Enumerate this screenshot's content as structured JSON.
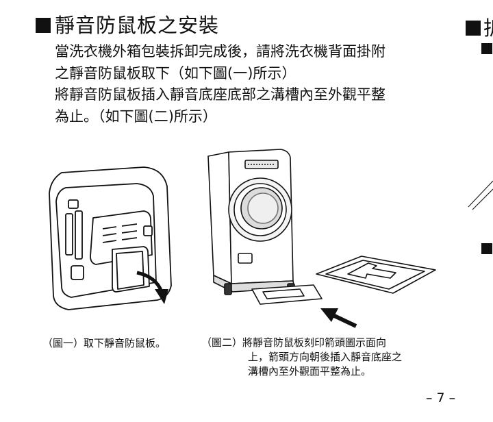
{
  "section": {
    "title": "靜音防鼠板之安裝",
    "paragraph_lines": [
      "當洗衣機外箱包裝拆卸完成後，請將洗衣機背面掛附",
      "之靜音防鼠板取下（如下圖(一)所示）",
      "將靜音防鼠板插入靜音底座底部之溝槽內至外觀平整",
      "為止。（如下圖(二)所示）"
    ]
  },
  "figure1": {
    "caption_label": "（圖一）",
    "caption_text": "取下靜音防鼠板。"
  },
  "figure2": {
    "caption_label": "（圖二）",
    "caption_lines": [
      "將靜音防鼠板刻印箭頭圖示面向",
      "上，箭頭方向朝後插入靜音底座之",
      "溝槽內至外觀面平整為止。"
    ]
  },
  "right_column": {
    "title_fragment": "拆"
  },
  "page": {
    "number": "– 7 –"
  }
}
